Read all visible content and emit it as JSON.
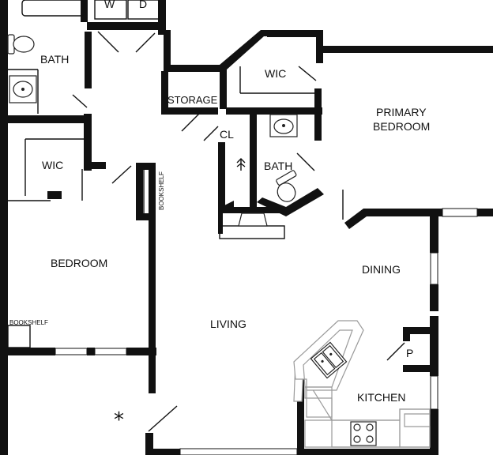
{
  "rooms": {
    "bath_top": "BATH",
    "washer": "W",
    "dryer": "D",
    "wic_primary": "WIC",
    "storage": "STORAGE",
    "closet": "CL",
    "primary_bedroom_line1": "PRIMARY",
    "primary_bedroom_line2": "BEDROOM",
    "bath_center": "BATH",
    "wic_bedroom": "WIC",
    "bedroom": "BEDROOM",
    "dining": "DINING",
    "living": "LIVING",
    "pantry": "P",
    "kitchen": "KITCHEN",
    "bookshelf_vertical": "BOOKSHELF",
    "bookshelf_horizontal": "BOOKSHELF"
  },
  "markers": {
    "entry": "*"
  },
  "icons": {
    "sink": "sink-icon",
    "toilet": "toilet-icon",
    "fireplace": "fireplace-icon",
    "stove": "stove-icon",
    "water_heater": "water-heater-icon"
  },
  "colors": {
    "wall": "#111111",
    "fixture_gray": "#9a9a9a",
    "background": "#ffffff"
  }
}
